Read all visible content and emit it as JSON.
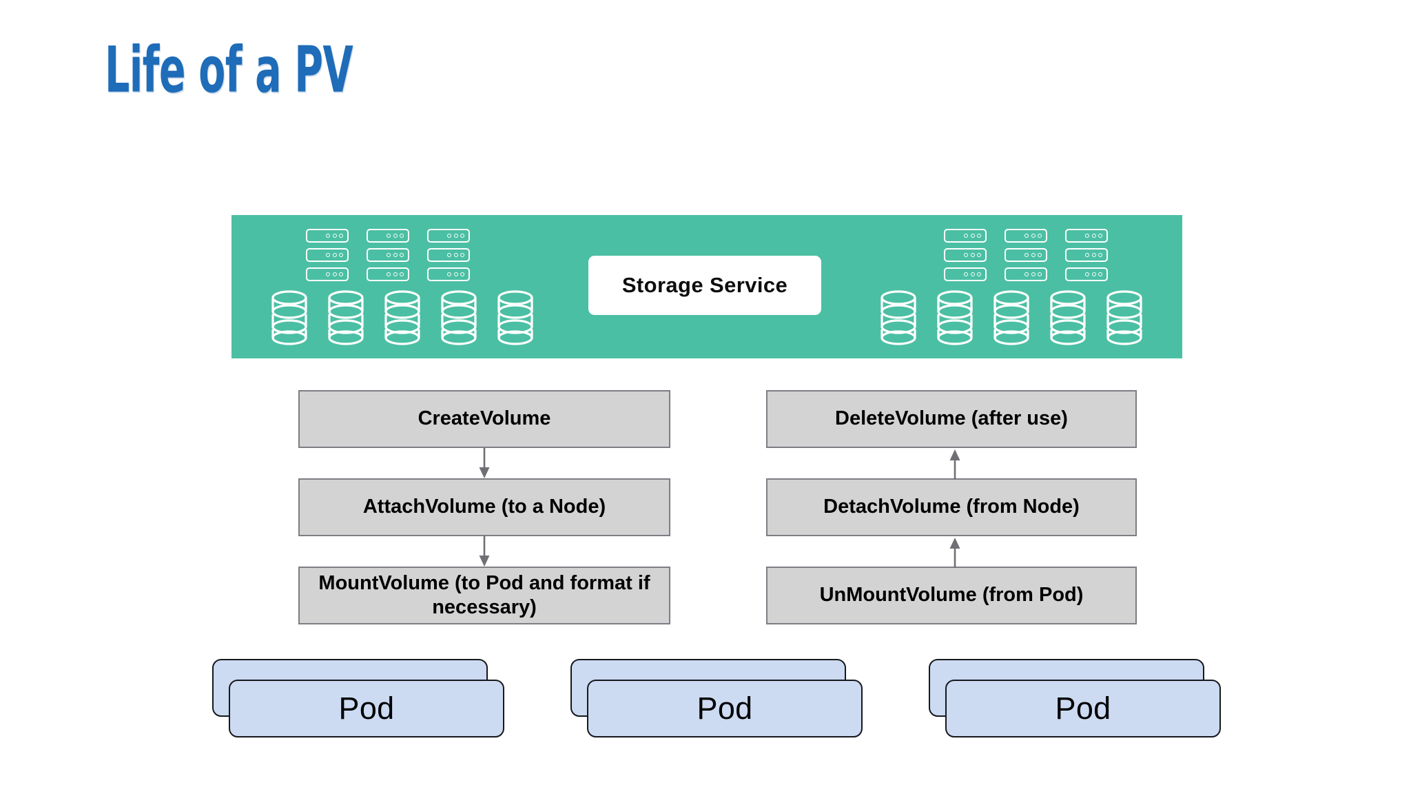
{
  "slide": {
    "title": "Life of a PV",
    "title_color": "#1f6cb8",
    "background": "#ffffff"
  },
  "storage_band": {
    "background_color": "#4bbfa3",
    "service_label": "Storage Service",
    "service_box_color": "#ffffff",
    "icon_stroke_color": "#ffffff",
    "left_cluster": {
      "rack_icon": "server-rack-icon",
      "rack_columns": 3,
      "rack_rows": 3,
      "rack_leds_per_unit": 3,
      "database_icon": "database-cylinder-icon",
      "database_count": 5,
      "database_discs": 3
    },
    "right_cluster": {
      "rack_icon": "server-rack-icon",
      "rack_columns": 3,
      "rack_rows": 3,
      "rack_leds_per_unit": 3,
      "database_icon": "database-cylinder-icon",
      "database_count": 5,
      "database_discs": 3
    }
  },
  "flow": {
    "box_fill": "#d3d3d3",
    "box_border": "#7d7d83",
    "arrow_color": "#6f6f75",
    "provision_column": {
      "direction": "downward",
      "steps": [
        {
          "id": "create",
          "label": "CreateVolume"
        },
        {
          "id": "attach",
          "label": "AttachVolume (to a Node)"
        },
        {
          "id": "mount",
          "label": "MountVolume (to Pod and format if necessary)"
        }
      ]
    },
    "teardown_column": {
      "direction": "upward",
      "steps": [
        {
          "id": "delete",
          "label": "DeleteVolume (after use)"
        },
        {
          "id": "detach",
          "label": "DetachVolume (from Node)"
        },
        {
          "id": "unmount",
          "label": "UnMountVolume (from Pod)"
        }
      ]
    }
  },
  "pods": {
    "fill": "#ccdaf2",
    "border": "#16181c",
    "cards_per_group": 2,
    "groups": [
      {
        "label": "Pod"
      },
      {
        "label": "Pod"
      },
      {
        "label": "Pod"
      }
    ]
  }
}
